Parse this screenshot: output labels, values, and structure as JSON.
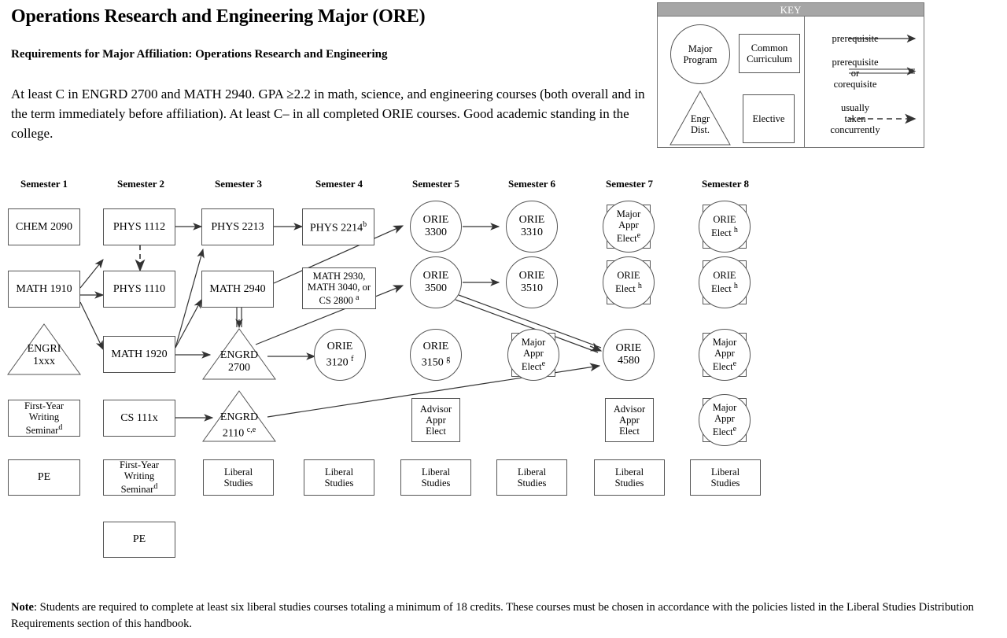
{
  "header": {
    "title": "Operations Research and Engineering Major (ORE)",
    "subtitle": "Requirements for Major Affiliation:  Operations Research and Engineering",
    "intro": "At least C in ENGRD 2700 and MATH 2940. GPA ≥2.2 in math, science, and engineering courses (both overall and in the term immediately before affiliation). At least C– in all completed ORIE courses. Good academic standing in the college."
  },
  "key": {
    "title": "KEY",
    "shapes": {
      "circle": "Major\nProgram",
      "square_common": "Common\nCurriculum",
      "triangle": "Engr\nDist.",
      "square_elective": "Elective"
    },
    "circle_line1": "Major",
    "circle_line2": "Program",
    "common_line1": "Common",
    "common_line2": "Curriculum",
    "tri_line1": "Engr",
    "tri_line2": "Dist.",
    "elective": "Elective",
    "legend": [
      {
        "label": "prerequisite",
        "style": "solid-arrow"
      },
      {
        "label": "prerequisite\nor\ncorequisite",
        "style": "double-arrow"
      },
      {
        "label": "usually\ntaken\nconcurrently",
        "style": "dashed-arrow"
      }
    ],
    "legend1_l1": "prerequisite",
    "legend2_l1": "prerequisite",
    "legend2_l2": "or",
    "legend2_l3": "corequisite",
    "legend3_l1": "usually",
    "legend3_l2": "taken",
    "legend3_l3": "concurrently"
  },
  "semesters": [
    "Semester 1",
    "Semester 2",
    "Semester 3",
    "Semester 4",
    "Semester 5",
    "Semester 6",
    "Semester 7",
    "Semester 8"
  ],
  "nodes": {
    "chem2090": "CHEM 2090",
    "math1910": "MATH 1910",
    "engri1xxx_l1": "ENGRI",
    "engri1xxx_l2": "1xxx",
    "fws1_l1": "First-Year",
    "fws1_l2": "Writing",
    "fws1_l3": "Seminar",
    "fws1_sup": "d",
    "pe1": "PE",
    "phys1112": "PHYS 1112",
    "phys1110": "PHYS 1110",
    "math1920": "MATH 1920",
    "cs111x": "CS 111x",
    "fws2_l1": "First-Year",
    "fws2_l2": "Writing",
    "fws2_l3": "Seminar",
    "fws2_sup": "d",
    "pe2": "PE",
    "phys2213": "PHYS 2213",
    "math2940": "MATH 2940",
    "engrd2700_l1": "ENGRD",
    "engrd2700_l2": "2700",
    "engrd2110_l1": "ENGRD",
    "engrd2110_l2": "2110",
    "engrd2110_sup": "c,e",
    "phys2214": "PHYS 2214",
    "phys2214_sup": "b",
    "mathchoice_l1": "MATH 2930,",
    "mathchoice_l2": "MATH 3040, or",
    "mathchoice_l3": "CS 2800",
    "mathchoice_sup": "a",
    "orie3120_l1": "ORIE",
    "orie3120_l2": "3120",
    "orie3120_sup": "f",
    "orie3300_l1": "ORIE",
    "orie3300_l2": "3300",
    "orie3500_l1": "ORIE",
    "orie3500_l2": "3500",
    "orie3150_l1": "ORIE",
    "orie3150_l2": "3150",
    "orie3150_sup": "g",
    "orie3310_l1": "ORIE",
    "orie3310_l2": "3310",
    "orie3510_l1": "ORIE",
    "orie3510_l2": "3510",
    "orie4580_l1": "ORIE",
    "orie4580_l2": "4580",
    "major_l1": "Major",
    "major_l2": "Appr",
    "major_l3": "Elect",
    "major_sup": "e",
    "orieel_l1": "ORIE",
    "orieel_l2": "Elect",
    "orieel_sup": "h",
    "advisor_l1": "Advisor",
    "advisor_l2": "Appr",
    "advisor_l3": "Elect",
    "libstud_l1": "Liberal",
    "libstud_l2": "Studies"
  },
  "note": {
    "label": "Note",
    "text": ": Students are required to complete at least six liberal studies courses totaling a minimum of 18 credits.  These courses must be chosen in accordance with the policies listed in the Liberal Studies Distribution Requirements section of this handbook."
  },
  "colors": {
    "key_header_bg": "#a6a6a6",
    "stroke": "#555555",
    "text": "#000000",
    "background": "#ffffff"
  },
  "chart_data": {
    "type": "diagram",
    "title": "Operations Research and Engineering Major (ORE) curriculum flowchart",
    "columns": [
      "Semester 1",
      "Semester 2",
      "Semester 3",
      "Semester 4",
      "Semester 5",
      "Semester 6",
      "Semester 7",
      "Semester 8"
    ],
    "node_shapes": {
      "box": "Common Curriculum",
      "circle": "Major Program",
      "triangle": "Engr Dist.",
      "square": "Elective"
    },
    "nodes_by_semester": {
      "Semester 1": [
        "CHEM 2090",
        "MATH 1910",
        "ENGRI 1xxx",
        "First-Year Writing Seminar d",
        "PE"
      ],
      "Semester 2": [
        "PHYS 1112",
        "PHYS 1110",
        "MATH 1920",
        "CS 111x",
        "First-Year Writing Seminar d",
        "PE"
      ],
      "Semester 3": [
        "PHYS 2213",
        "MATH 2940",
        "ENGRD 2700",
        "ENGRD 2110 c,e",
        "Liberal Studies"
      ],
      "Semester 4": [
        "PHYS 2214 b",
        "MATH 2930, MATH 3040, or CS 2800 a",
        "ORIE 3120 f",
        "Liberal Studies"
      ],
      "Semester 5": [
        "ORIE 3300",
        "ORIE 3500",
        "ORIE 3150 g",
        "Advisor Appr Elect",
        "Liberal Studies"
      ],
      "Semester 6": [
        "ORIE 3310",
        "ORIE 3510",
        "Major Appr Elect e",
        "Liberal Studies"
      ],
      "Semester 7": [
        "Major Appr Elect e",
        "ORIE Elect h",
        "ORIE 4580",
        "Advisor Appr Elect",
        "Liberal Studies"
      ],
      "Semester 8": [
        "ORIE Elect h",
        "ORIE Elect h",
        "Major Appr Elect e",
        "Major Appr Elect e",
        "Liberal Studies"
      ]
    },
    "edges": [
      {
        "from": "MATH 1910",
        "to": "PHYS 1112",
        "type": "prerequisite"
      },
      {
        "from": "MATH 1910",
        "to": "PHYS 1110",
        "type": "prerequisite"
      },
      {
        "from": "MATH 1910",
        "to": "MATH 1920",
        "type": "prerequisite"
      },
      {
        "from": "PHYS 1112",
        "to": "PHYS 1110",
        "type": "usually taken concurrently"
      },
      {
        "from": "PHYS 1112",
        "to": "PHYS 2213",
        "type": "prerequisite"
      },
      {
        "from": "PHYS 2213",
        "to": "PHYS 2214",
        "type": "prerequisite"
      },
      {
        "from": "MATH 1920",
        "to": "PHYS 2213",
        "type": "prerequisite"
      },
      {
        "from": "MATH 1920",
        "to": "MATH 2940",
        "type": "prerequisite"
      },
      {
        "from": "MATH 1920",
        "to": "ENGRD 2700",
        "type": "prerequisite"
      },
      {
        "from": "MATH 2940",
        "to": "ENGRD 2700",
        "type": "prerequisite or corequisite"
      },
      {
        "from": "MATH 2940",
        "to": "ORIE 3300",
        "type": "prerequisite"
      },
      {
        "from": "ENGRD 2700",
        "to": "ORIE 3120",
        "type": "prerequisite"
      },
      {
        "from": "ENGRD 2700",
        "to": "ORIE 3500",
        "type": "prerequisite"
      },
      {
        "from": "CS 111x",
        "to": "ENGRD 2110",
        "type": "prerequisite"
      },
      {
        "from": "ENGRD 2110",
        "to": "ORIE 4580",
        "type": "prerequisite"
      },
      {
        "from": "ORIE 3300",
        "to": "ORIE 3310",
        "type": "prerequisite"
      },
      {
        "from": "ORIE 3500",
        "to": "ORIE 3510",
        "type": "prerequisite"
      },
      {
        "from": "ORIE 3500",
        "to": "ORIE 4580",
        "type": "prerequisite or corequisite"
      }
    ]
  }
}
